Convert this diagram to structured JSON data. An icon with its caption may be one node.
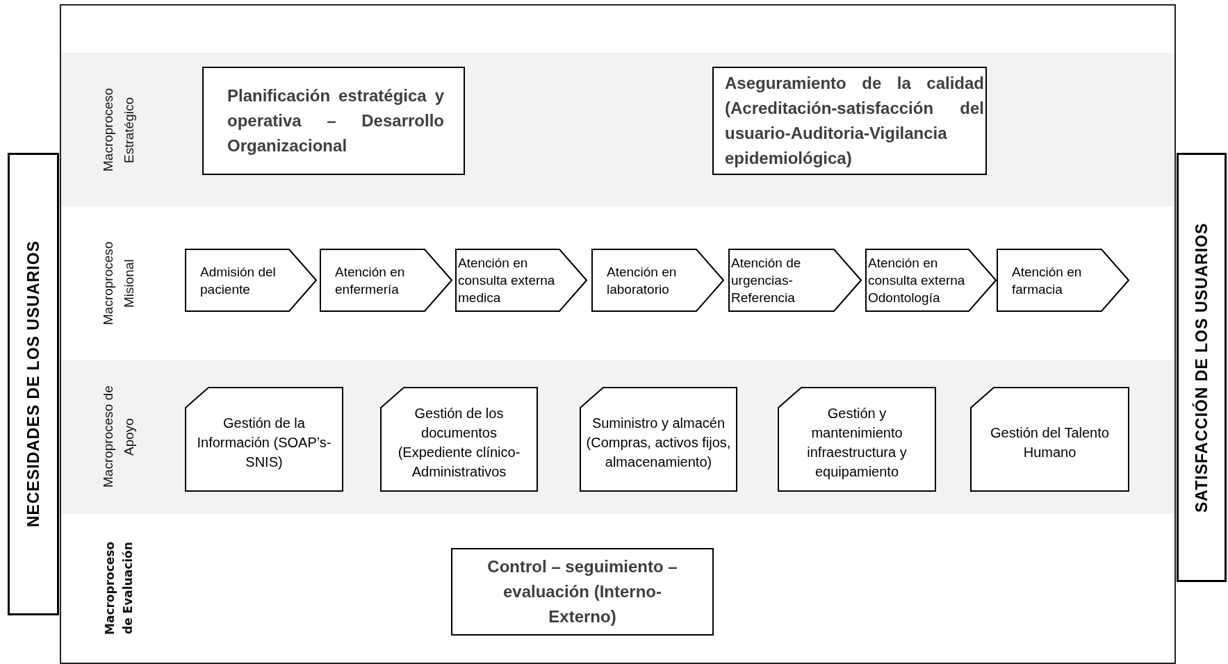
{
  "diagram": {
    "nodes": [
      {
        "text": [
          "NECESIDADES DE LOS USUARIOS"
        ]
      },
      {
        "text": [
          "Macroproceso Estratégico"
        ]
      },
      {
        "text": [
          "Planificación estratégica y operativa – Desarrollo Organizacional"
        ],
        "in": 1
      },
      {
        "text": [
          "Aseguramiento de la calidad (Acreditación-satisfacción del usuario-Auditoria-Vigilancia epidemiológica)"
        ],
        "in": 1
      },
      {
        "text": [
          "Macroproceso Misional"
        ]
      },
      {
        "text": [
          "Admisión del paciente"
        ],
        "in": 4
      },
      {
        "text": [
          "Atención en enfermería"
        ],
        "in": 4
      },
      {
        "text": [
          "Atención en consulta externa medica"
        ],
        "in": 4
      },
      {
        "text": [
          "Atención en laboratorio"
        ],
        "in": 4
      },
      {
        "text": [
          "Atención de urgencias-Referencia"
        ],
        "in": 4
      },
      {
        "text": [
          "Atención en consulta externa Odontología"
        ],
        "in": 4
      },
      {
        "text": [
          "Atención en farmacia"
        ],
        "in": 4
      },
      {
        "text": [
          "Macroproceso de Apoyo"
        ]
      },
      {
        "text": [
          "Gestión de la Información (SOAP’s-SNIS)"
        ],
        "in": 12
      },
      {
        "text": [
          "Gestión de los documentos (Expediente clínico-Administrativos"
        ],
        "in": 12
      },
      {
        "text": [
          "Suministro y almacén (Compras, activos fijos, almacenamiento)"
        ],
        "in": 12
      },
      {
        "text": [
          "Gestión y mantenimiento infraestructura y equipamiento"
        ],
        "in": 12
      },
      {
        "text": [
          "Gestión del Talento Humano"
        ],
        "in": 12
      },
      {
        "text": [
          "Macroproceso de Evaluación"
        ]
      },
      {
        "text": [
          "Control – seguimiento – evaluación (Interno-Externo)"
        ],
        "in": 18
      },
      {
        "text": [
          "SATISFACCIÓN DE LOS USUARIOS"
        ]
      }
    ]
  }
}
